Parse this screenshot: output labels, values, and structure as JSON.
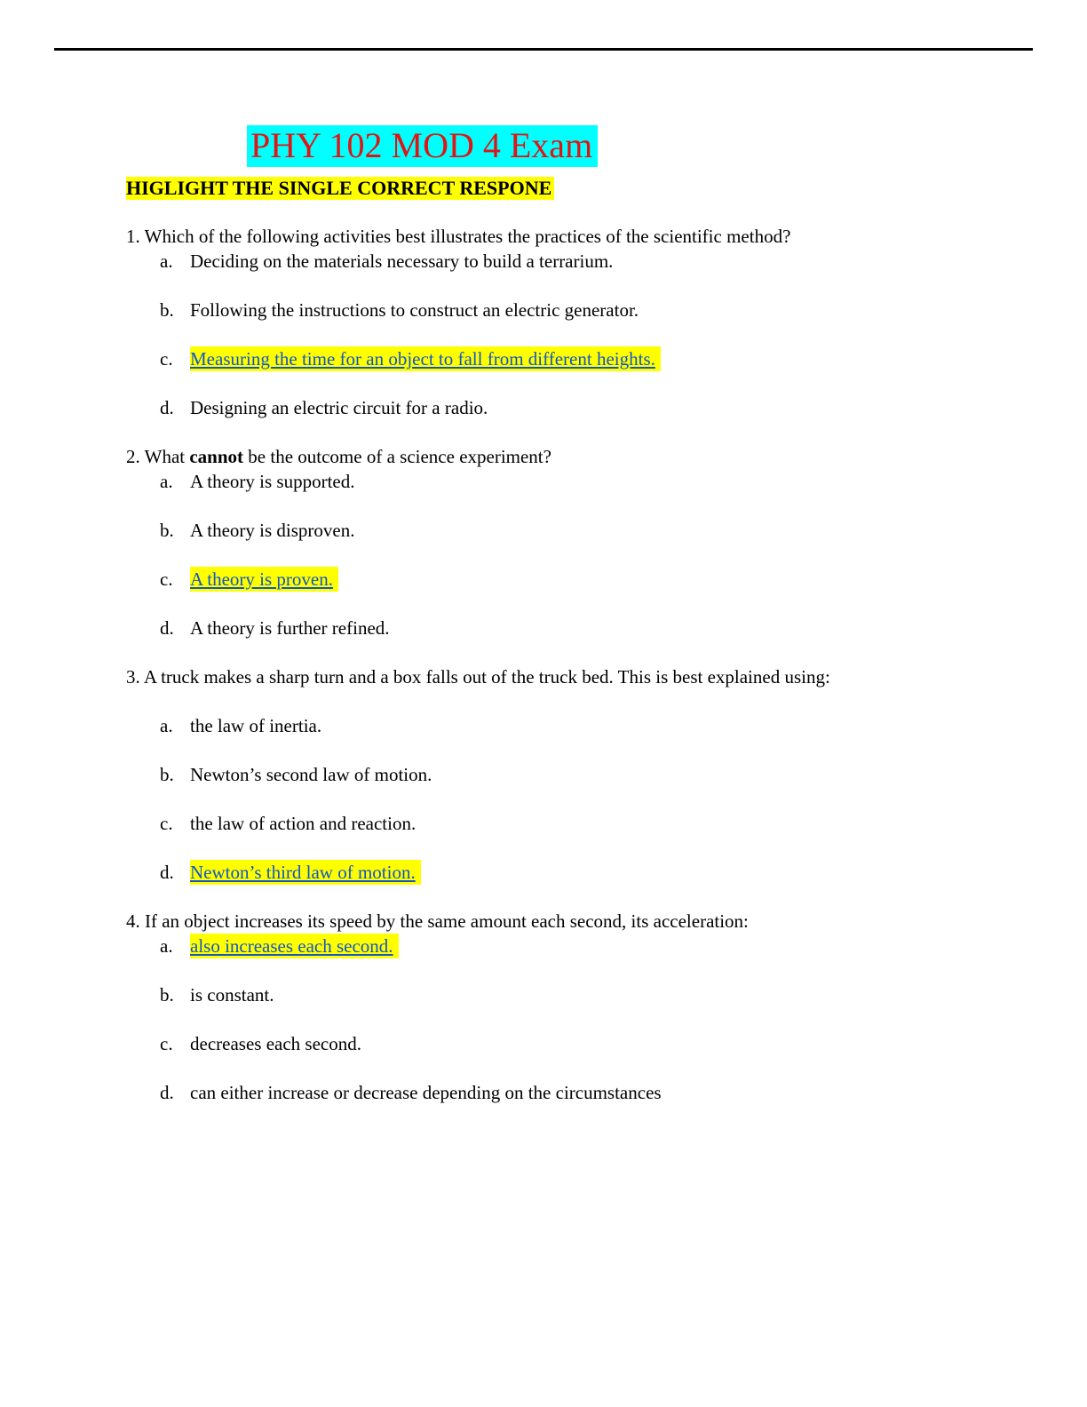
{
  "header": {
    "title": "PHY 102 MOD 4 Exam",
    "instructions": "HIGLIGHT THE SINGLE CORRECT RESPONE"
  },
  "colors": {
    "title_text": "#e11414",
    "title_highlight": "#00ffff",
    "instructions_highlight": "#ffff00",
    "answer_highlight": "#ffff00",
    "answer_link_blue": "#1155cc"
  },
  "questions": [
    {
      "number": "1.",
      "text": "Which of the following activities best illustrates the practices of the scientific method?",
      "options": [
        {
          "letter": "a.",
          "text": "Deciding on the materials necessary to build a terrarium.",
          "highlighted": false
        },
        {
          "letter": "b.",
          "text": "Following the instructions to construct an electric generator.",
          "highlighted": false
        },
        {
          "letter": "c.",
          "text": "Measuring the time for an object to fall from different heights.",
          "highlighted": true
        },
        {
          "letter": "d.",
          "text": "Designing an electric circuit for a radio.",
          "highlighted": false
        }
      ]
    },
    {
      "number": "2.",
      "text_pre": "What ",
      "text_bold": "cannot",
      "text_post": " be the outcome of a science experiment?",
      "options": [
        {
          "letter": "a.",
          "text": "A theory is supported.",
          "highlighted": false
        },
        {
          "letter": "b.",
          "text": "A theory is disproven.",
          "highlighted": false
        },
        {
          "letter": "c.",
          "text": "A theory is proven.",
          "highlighted": true
        },
        {
          "letter": "d.",
          "text": "A theory is further refined.",
          "highlighted": false
        }
      ]
    },
    {
      "number": "3.",
      "text": "A truck makes a sharp turn and a box falls out of the truck bed. This is best explained using:",
      "options": [
        {
          "letter": "a.",
          "text": "the law of inertia.",
          "highlighted": false
        },
        {
          "letter": "b.",
          "text": "Newton’s second law of motion.",
          "highlighted": false
        },
        {
          "letter": "c.",
          "text": "the law of action and reaction.",
          "highlighted": false
        },
        {
          "letter": "d.",
          "text": "Newton’s third law of motion.",
          "highlighted": true
        }
      ]
    },
    {
      "number": "4.",
      "text": "If an object increases its speed by the same amount each second, its acceleration:",
      "options": [
        {
          "letter": "a.",
          "text": "also increases each second.",
          "highlighted": true
        },
        {
          "letter": "b.",
          "text": "is constant.",
          "highlighted": false
        },
        {
          "letter": "c.",
          "text": "decreases each second.",
          "highlighted": false
        },
        {
          "letter": "d.",
          "text": "can either increase or decrease depending on the circumstances",
          "highlighted": false
        }
      ]
    }
  ]
}
